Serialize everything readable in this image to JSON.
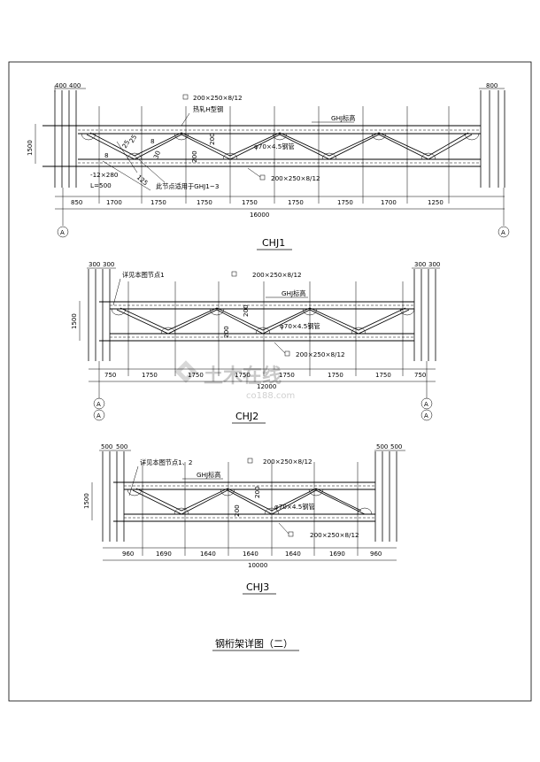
{
  "sheet_title": "钢桁架详图（二）",
  "watermark": {
    "text": "土木在线",
    "url": "co188.com"
  },
  "trusses": [
    {
      "id": "CHJ1",
      "title": "CHJ1",
      "span_total": "16000",
      "height": "1500",
      "end_dims": [
        "400",
        "400",
        "800"
      ],
      "spacing_labels": [
        "850",
        "1700",
        "1750",
        "1750",
        "1750",
        "1750",
        "1750",
        "1700",
        "1250"
      ],
      "axis_left": "A",
      "axis_right": "A",
      "labels": {
        "top_section": "200×250×8/12",
        "rolled_h": "热轧H型钢",
        "chj_elev": "GHJ标高",
        "pipe": "φ70×4.5钢管",
        "bottom_section": "200×250×8/12",
        "web_200a": "200",
        "web_200b": "200",
        "plate": "-12×280",
        "plate_len": "L=500",
        "node_note": "此节点适用于GHJ1~3",
        "angle_a": "8",
        "angle_b": "8",
        "d1": "125",
        "d2": "25",
        "d3": "25",
        "d4": "30"
      }
    },
    {
      "id": "CHJ2",
      "title": "CHJ2",
      "span_total": "12000",
      "height": "1500",
      "end_dims": [
        "300",
        "300",
        "300",
        "300"
      ],
      "spacing_labels": [
        "750",
        "1750",
        "1750",
        "1750",
        "1750",
        "1750",
        "1750",
        "750"
      ],
      "axis_left": [
        "A",
        "A"
      ],
      "axis_right": [
        "A",
        "A"
      ],
      "labels": {
        "node_ref": "详见本图节点1",
        "top_section": "200×250×8/12",
        "chj_elev": "GHJ标高",
        "pipe": "φ70×4.5钢管",
        "bottom_section": "200×250×8/12",
        "web_200a": "200",
        "web_200b": "200"
      }
    },
    {
      "id": "CHJ3",
      "title": "CHJ3",
      "span_total": "10000",
      "height": "1500",
      "end_dims": [
        "500",
        "500",
        "500",
        "500"
      ],
      "spacing_labels": [
        "960",
        "1690",
        "1640",
        "1640",
        "1640",
        "1690",
        "960"
      ],
      "labels": {
        "node_ref": "详见本图节点1、2",
        "top_section": "200×250×8/12",
        "chj_elev": "GHJ标高",
        "pipe": "φ70×4.5钢管",
        "bottom_section": "200×250×8/12",
        "web_200a": "200",
        "web_200b": "200"
      }
    }
  ]
}
